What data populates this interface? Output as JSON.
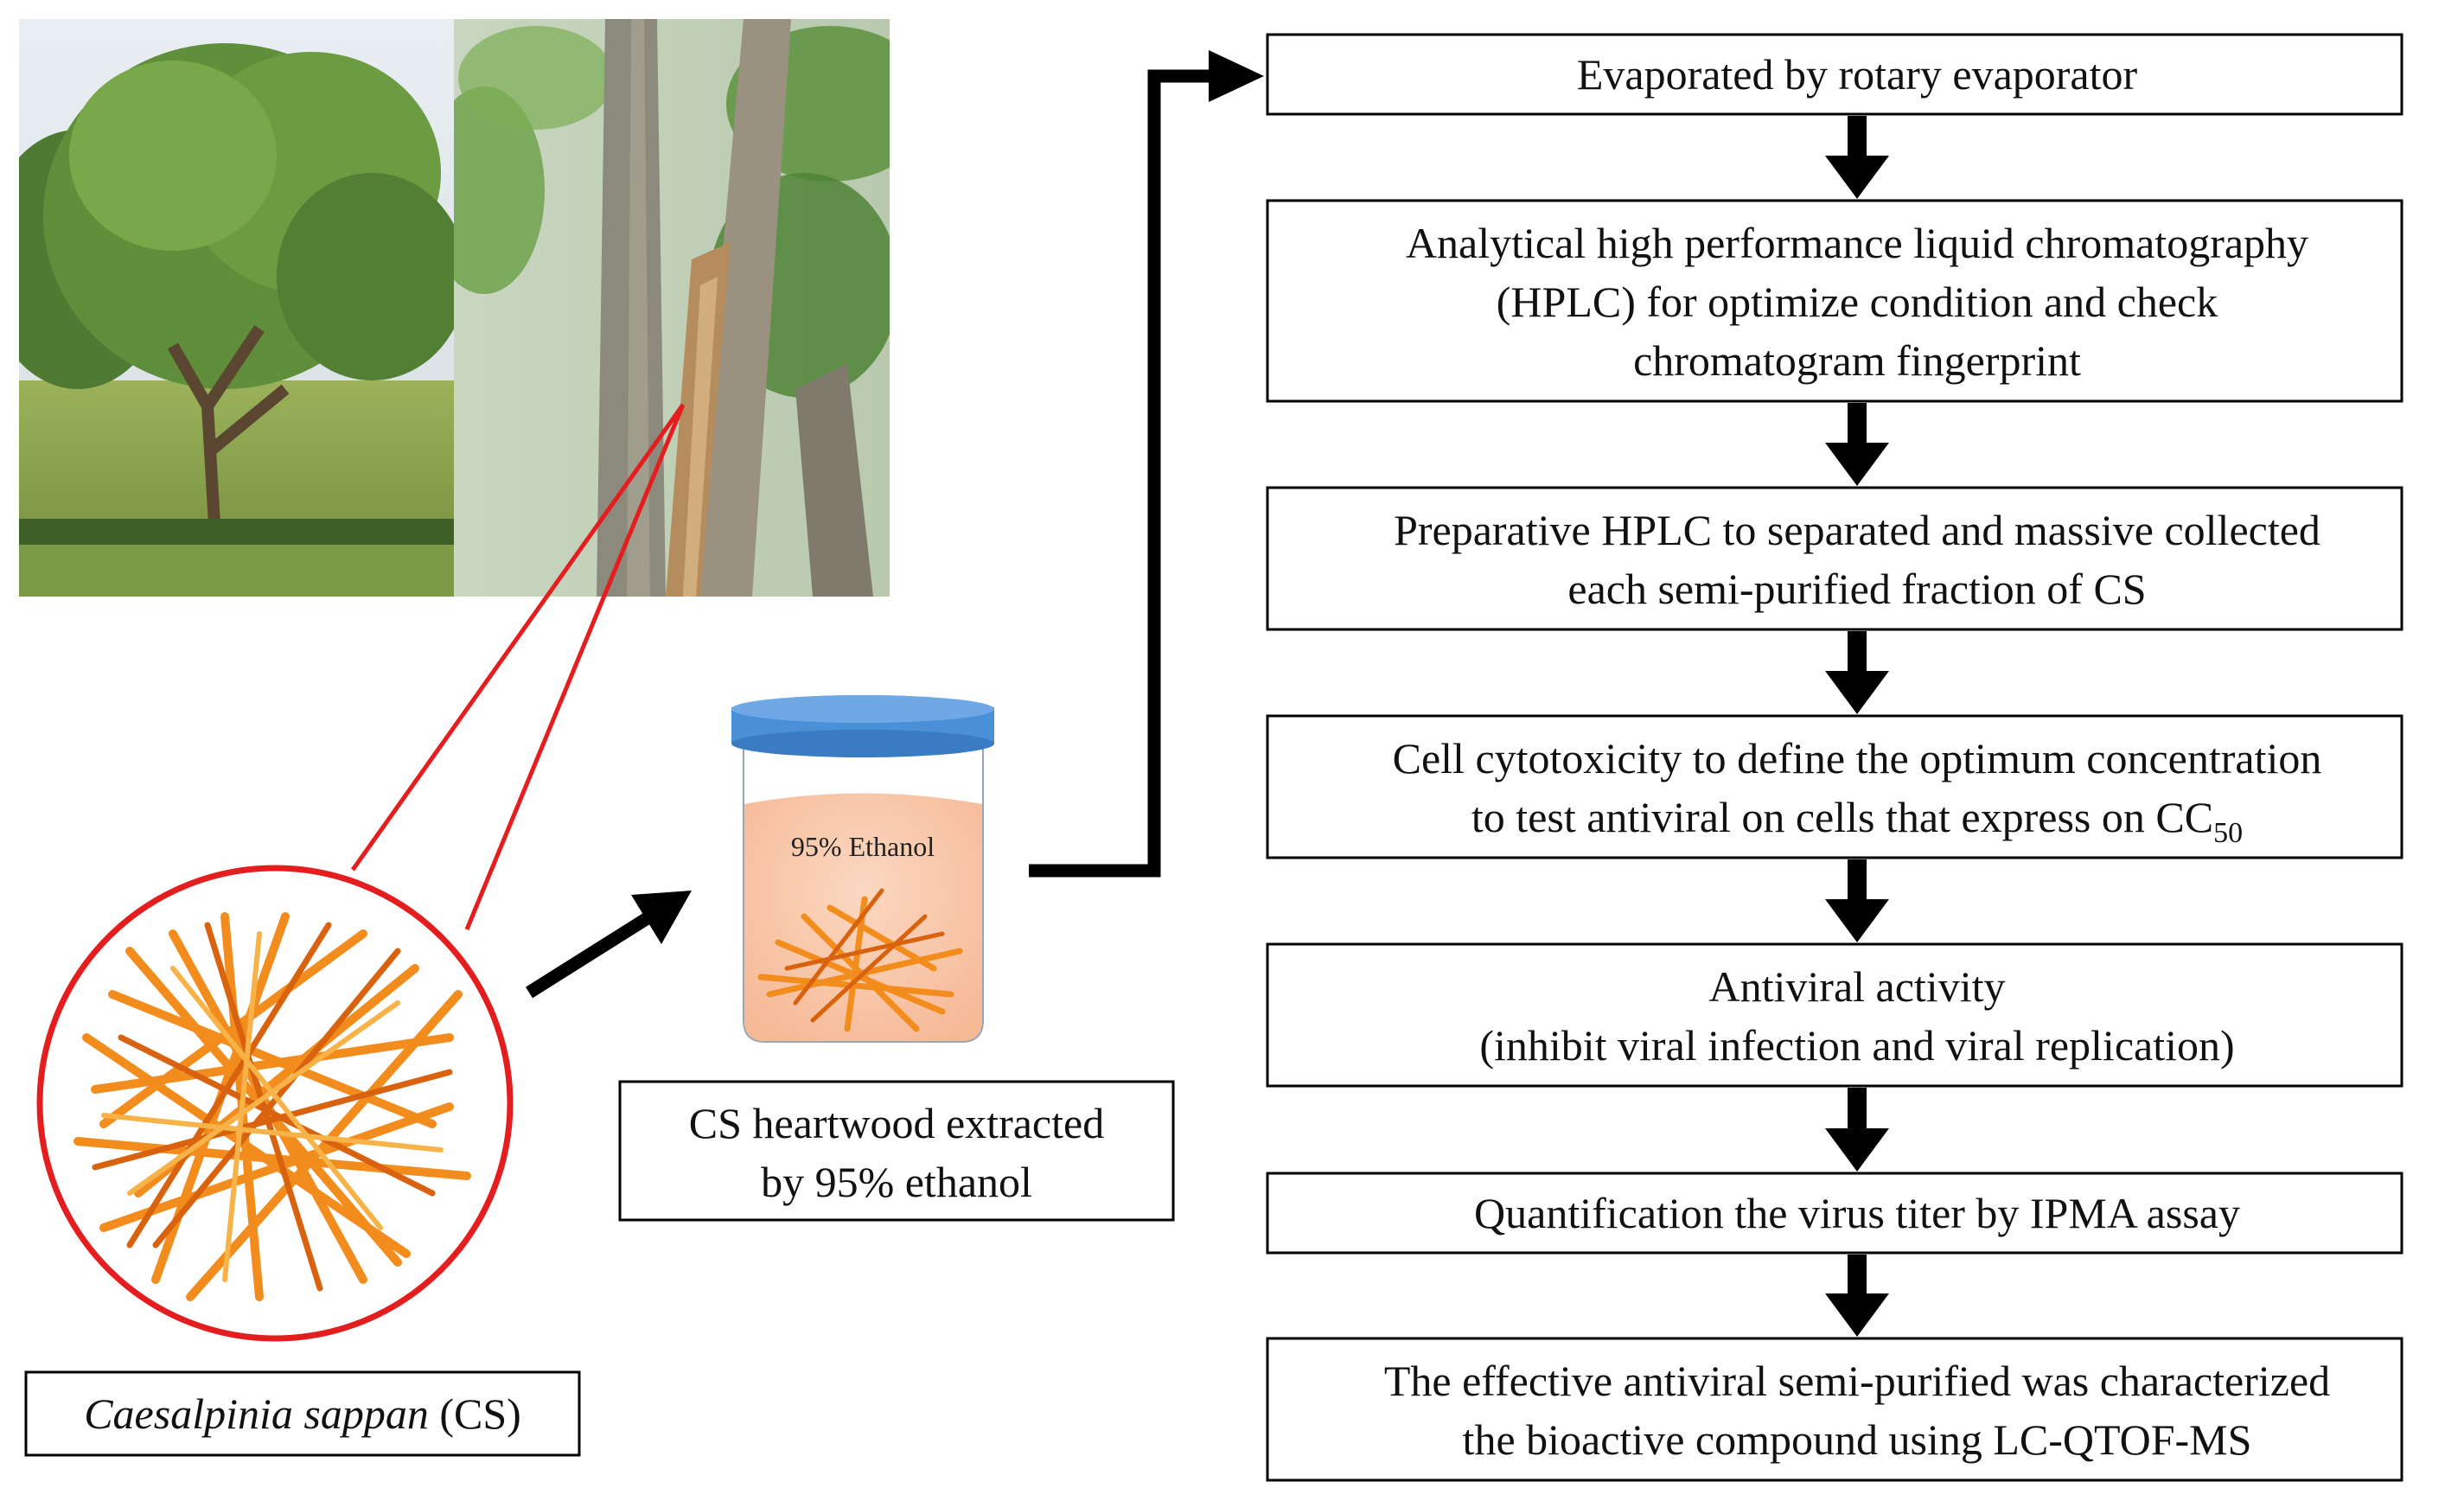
{
  "colors": {
    "box_border": "#000000",
    "arrow": "#000000",
    "callout": "#e41e1e",
    "jar_lid": "#4a90d9",
    "jar_liquid": "#f9c9ad",
    "heartwood": "#f28c1c"
  },
  "plant": {
    "latin_name": "Caesalpinia sappan",
    "abbrev": " (CS)"
  },
  "extraction": {
    "jar_label": "95% Ethanol",
    "lines": [
      "CS heartwood extracted",
      "by 95% ethanol"
    ]
  },
  "steps": [
    {
      "lines": [
        "Evaporated by rotary evaporator"
      ]
    },
    {
      "lines": [
        "Analytical high performance liquid chromatography",
        "(HPLC) for optimize condition and check",
        "chromatogram fingerprint"
      ]
    },
    {
      "lines": [
        "Preparative HPLC to separated and massive collected",
        "each semi-purified fraction of CS"
      ]
    },
    {
      "lines": [
        "Cell cytotoxicity to define the optimum concentration",
        "to test antiviral on cells that express on CC"
      ],
      "subscript": "50"
    },
    {
      "lines": [
        "Antiviral activity",
        "(inhibit viral infection and viral replication)"
      ]
    },
    {
      "lines": [
        "Quantification the virus titer by IPMA assay"
      ]
    },
    {
      "lines": [
        "The effective antiviral semi-purified was characterized",
        "the bioactive compound using LC-QTOF-MS"
      ]
    }
  ]
}
